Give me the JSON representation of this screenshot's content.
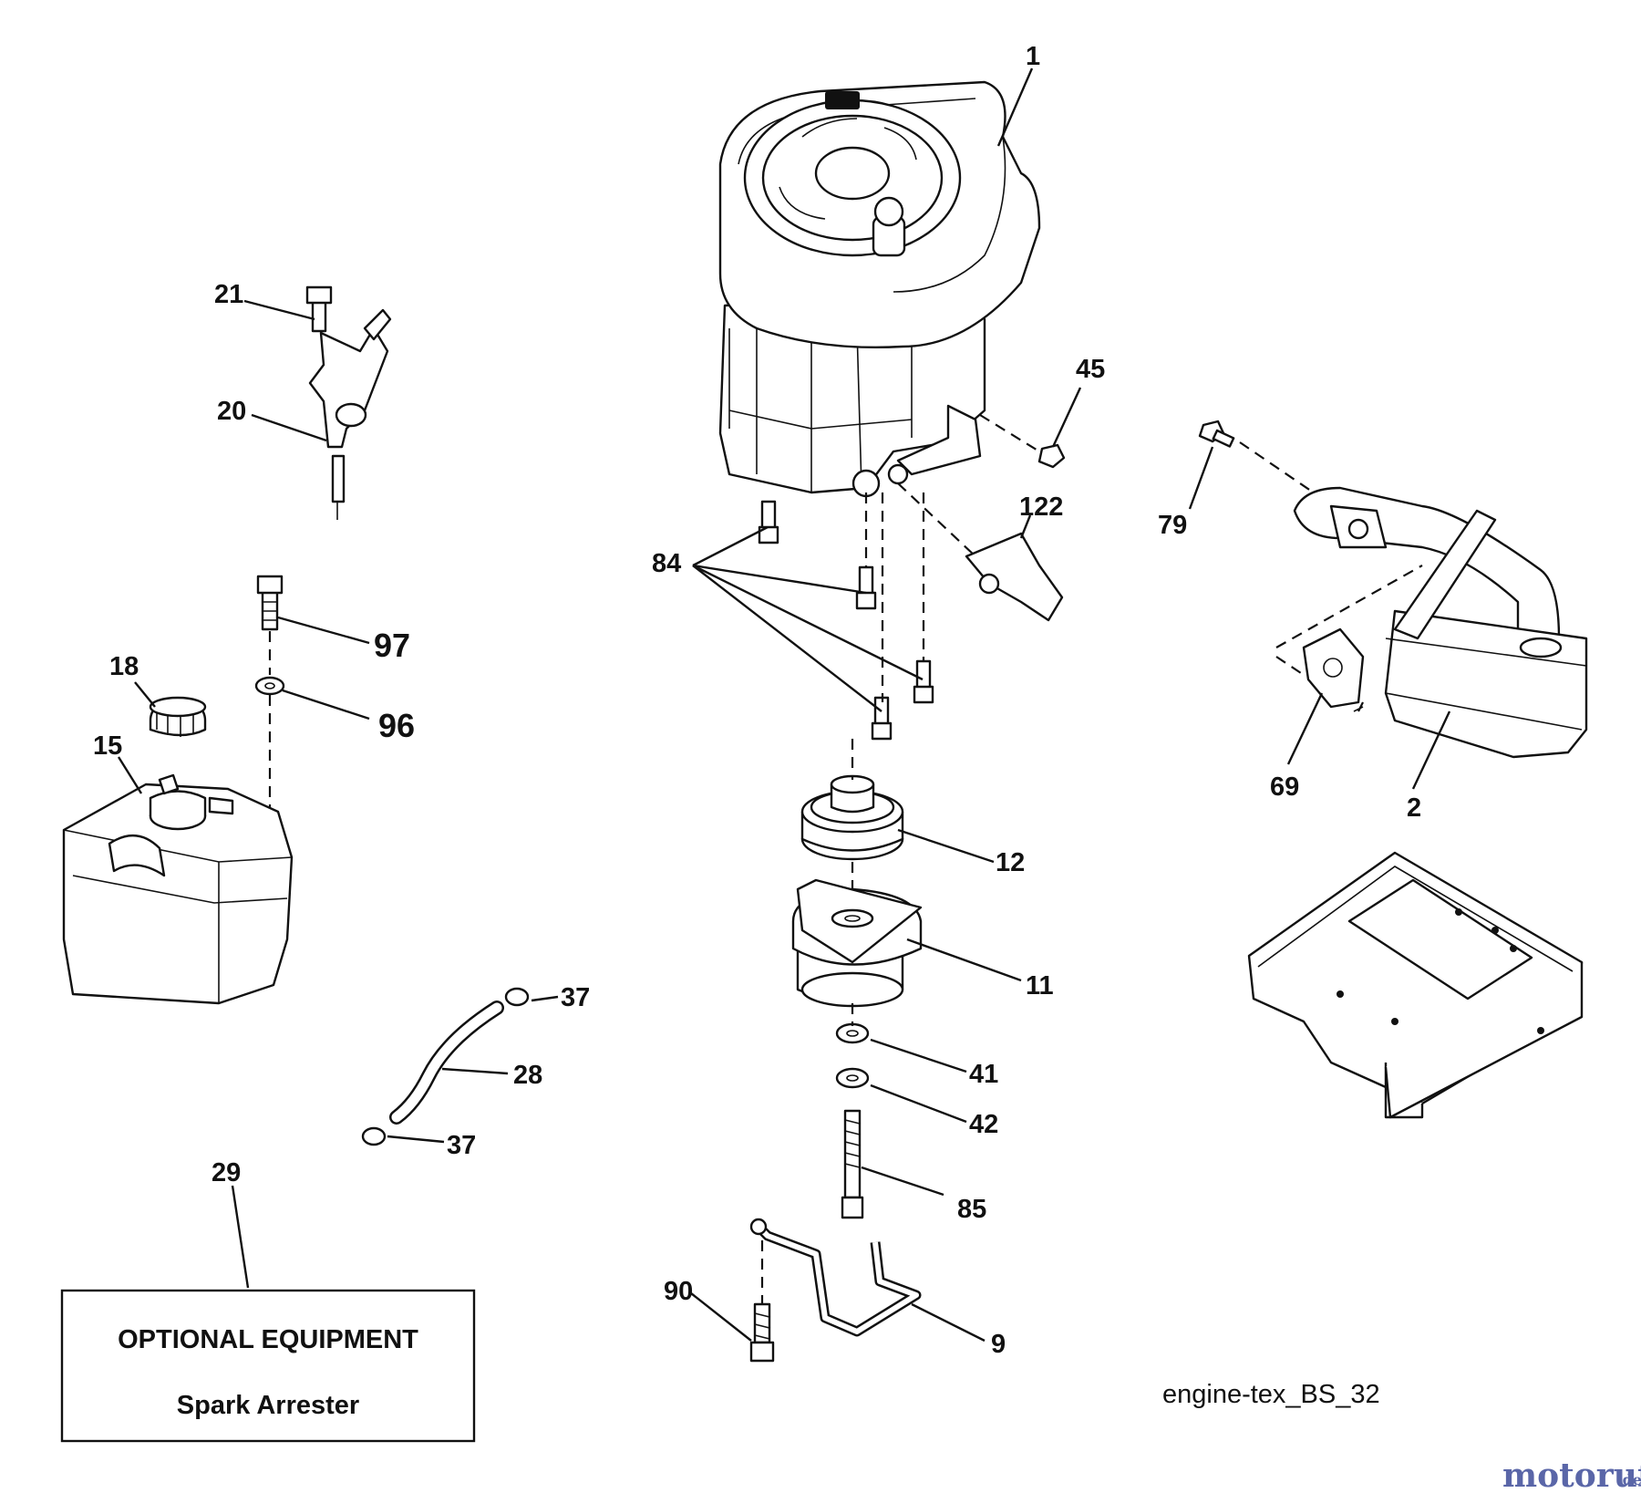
{
  "diagram": {
    "callouts": {
      "c1": "1",
      "c2": "2",
      "c9": "9",
      "c11": "11",
      "c12": "12",
      "c15": "15",
      "c18": "18",
      "c20": "20",
      "c21": "21",
      "c28": "28",
      "c29": "29",
      "c37a": "37",
      "c37b": "37",
      "c41": "41",
      "c42": "42",
      "c45": "45",
      "c69": "69",
      "c79": "79",
      "c84": "84",
      "c85": "85",
      "c90": "90",
      "c96": "96",
      "c97": "97",
      "c122": "122"
    },
    "optional_box": {
      "title": "OPTIONAL EQUIPMENT",
      "item": "Spark Arrester"
    },
    "reference": "engine-tex_BS_32",
    "watermark": {
      "main": "motoruf",
      "tld": ".de"
    },
    "icons": [
      "engine",
      "muffler",
      "fuel-tank",
      "fuel-cap",
      "pulley",
      "electric-clutch",
      "mounting-plate",
      "throttle-bracket",
      "fuel-line",
      "bolt",
      "washer",
      "gasket",
      "clamp",
      "deflector",
      "clutch-bracket"
    ]
  }
}
